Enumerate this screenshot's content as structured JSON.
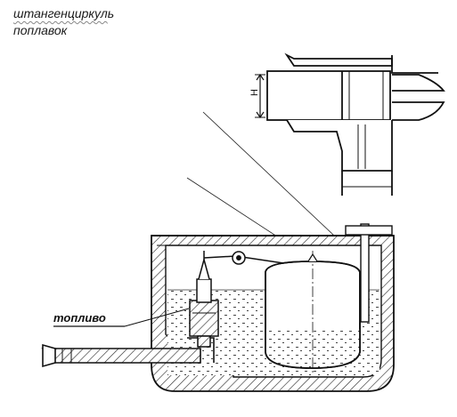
{
  "captions": {
    "line1_underlined": "штангенциркул",
    "line1_rest": "ь",
    "line2": "поплавок"
  },
  "labels": {
    "fuel": "топливо",
    "height": "H"
  },
  "colors": {
    "ink": "#1a1a1a",
    "paper": "#ffffff"
  }
}
